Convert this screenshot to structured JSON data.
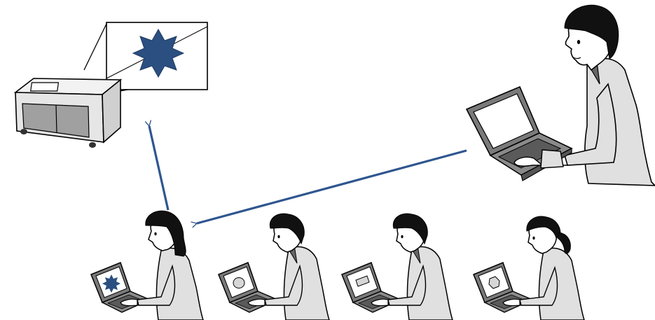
{
  "colors": {
    "arrow": "#2f5690",
    "star": "#2b4f80",
    "outline": "#000000",
    "laptop_body": "#7a7a7a",
    "laptop_screen": "#ffffff",
    "shirt": "#e0e0e0",
    "hair": "#111111",
    "projector_body": "#e6e6e6",
    "projector_grille": "#9a9a9a",
    "screen_fill": "#ffffff"
  },
  "scene": {
    "projector": {
      "icon": "projector-icon",
      "screen_content": "star"
    },
    "presenter": {
      "icon": "presenter-with-laptop",
      "screen_content": "blank"
    },
    "participants": [
      {
        "id": 1,
        "icon": "participant-with-laptop",
        "screen_content": "star",
        "hair": "long"
      },
      {
        "id": 2,
        "icon": "participant-with-laptop",
        "screen_content": "circle",
        "hair": "short"
      },
      {
        "id": 3,
        "icon": "participant-with-laptop",
        "screen_content": "rectangle",
        "hair": "short"
      },
      {
        "id": 4,
        "icon": "participant-with-laptop",
        "screen_content": "hexagon",
        "hair": "ponytail"
      }
    ],
    "flows": [
      {
        "from": "presenter",
        "to": "participant-1",
        "icon": "arrow-icon"
      },
      {
        "from": "participant-1",
        "to": "projector",
        "icon": "arrow-icon"
      }
    ]
  }
}
